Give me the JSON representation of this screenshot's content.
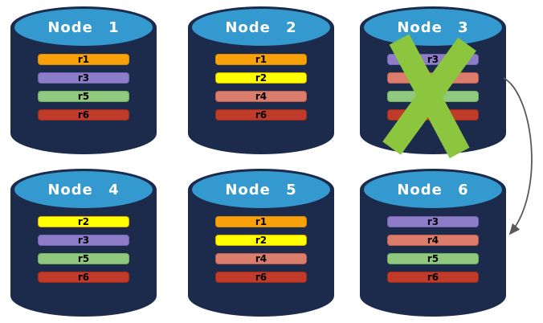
{
  "diagram": {
    "background_color": "#FFFFFF",
    "cylinder": {
      "body_color": "#1C2B4C",
      "top_color": "#3399CE",
      "title_color": "#FFFFFF"
    },
    "failure_mark": {
      "on_node": "Node 3",
      "shape": "cross-x",
      "color": "#8CC63E"
    },
    "arrow": {
      "from_node": "Node 3",
      "to_node": "Node 6",
      "color": "#595959"
    },
    "nodes": [
      {
        "title": "Node 1",
        "failed": false,
        "replicas": [
          {
            "label": "r1",
            "fill": "#F9A10A",
            "border": "#D88B00"
          },
          {
            "label": "r3",
            "fill": "#8D7CC7",
            "border": "#7263B2"
          },
          {
            "label": "r5",
            "fill": "#90C97E",
            "border": "#6FAE5C"
          },
          {
            "label": "r6",
            "fill": "#C13B2A",
            "border": "#9C2D1E"
          }
        ]
      },
      {
        "title": "Node 2",
        "failed": false,
        "replicas": [
          {
            "label": "r1",
            "fill": "#F9A10A",
            "border": "#D88B00"
          },
          {
            "label": "r2",
            "fill": "#FFFF00",
            "border": "#E0A900"
          },
          {
            "label": "r4",
            "fill": "#DA7D6D",
            "border": "#C05A49"
          },
          {
            "label": "r6",
            "fill": "#C13B2A",
            "border": "#9C2D1E"
          }
        ]
      },
      {
        "title": "Node 3",
        "failed": true,
        "replicas": [
          {
            "label": "r3",
            "fill": "#8D7CC7",
            "border": "#7263B2"
          },
          {
            "label": "r4",
            "fill": "#DA7D6D",
            "border": "#C05A49"
          },
          {
            "label": "r5",
            "fill": "#90C97E",
            "border": "#6FAE5C"
          },
          {
            "label": "r6",
            "fill": "#C13B2A",
            "border": "#9C2D1E"
          }
        ]
      },
      {
        "title": "Node 4",
        "failed": false,
        "replicas": [
          {
            "label": "r2",
            "fill": "#FFFF00",
            "border": "#E0A900"
          },
          {
            "label": "r3",
            "fill": "#8D7CC7",
            "border": "#7263B2"
          },
          {
            "label": "r5",
            "fill": "#90C97E",
            "border": "#6FAE5C"
          },
          {
            "label": "r6",
            "fill": "#C13B2A",
            "border": "#9C2D1E"
          }
        ]
      },
      {
        "title": "Node 5",
        "failed": false,
        "replicas": [
          {
            "label": "r1",
            "fill": "#F9A10A",
            "border": "#D88B00"
          },
          {
            "label": "r2",
            "fill": "#FFFF00",
            "border": "#E0A900"
          },
          {
            "label": "r4",
            "fill": "#DA7D6D",
            "border": "#C05A49"
          },
          {
            "label": "r6",
            "fill": "#C13B2A",
            "border": "#9C2D1E"
          }
        ]
      },
      {
        "title": "Node 6",
        "failed": false,
        "replicas": [
          {
            "label": "r3",
            "fill": "#8D7CC7",
            "border": "#7263B2"
          },
          {
            "label": "r4",
            "fill": "#DA7D6D",
            "border": "#C05A49"
          },
          {
            "label": "r5",
            "fill": "#90C97E",
            "border": "#6FAE5C"
          },
          {
            "label": "r6",
            "fill": "#C13B2A",
            "border": "#9C2D1E"
          }
        ]
      }
    ]
  }
}
